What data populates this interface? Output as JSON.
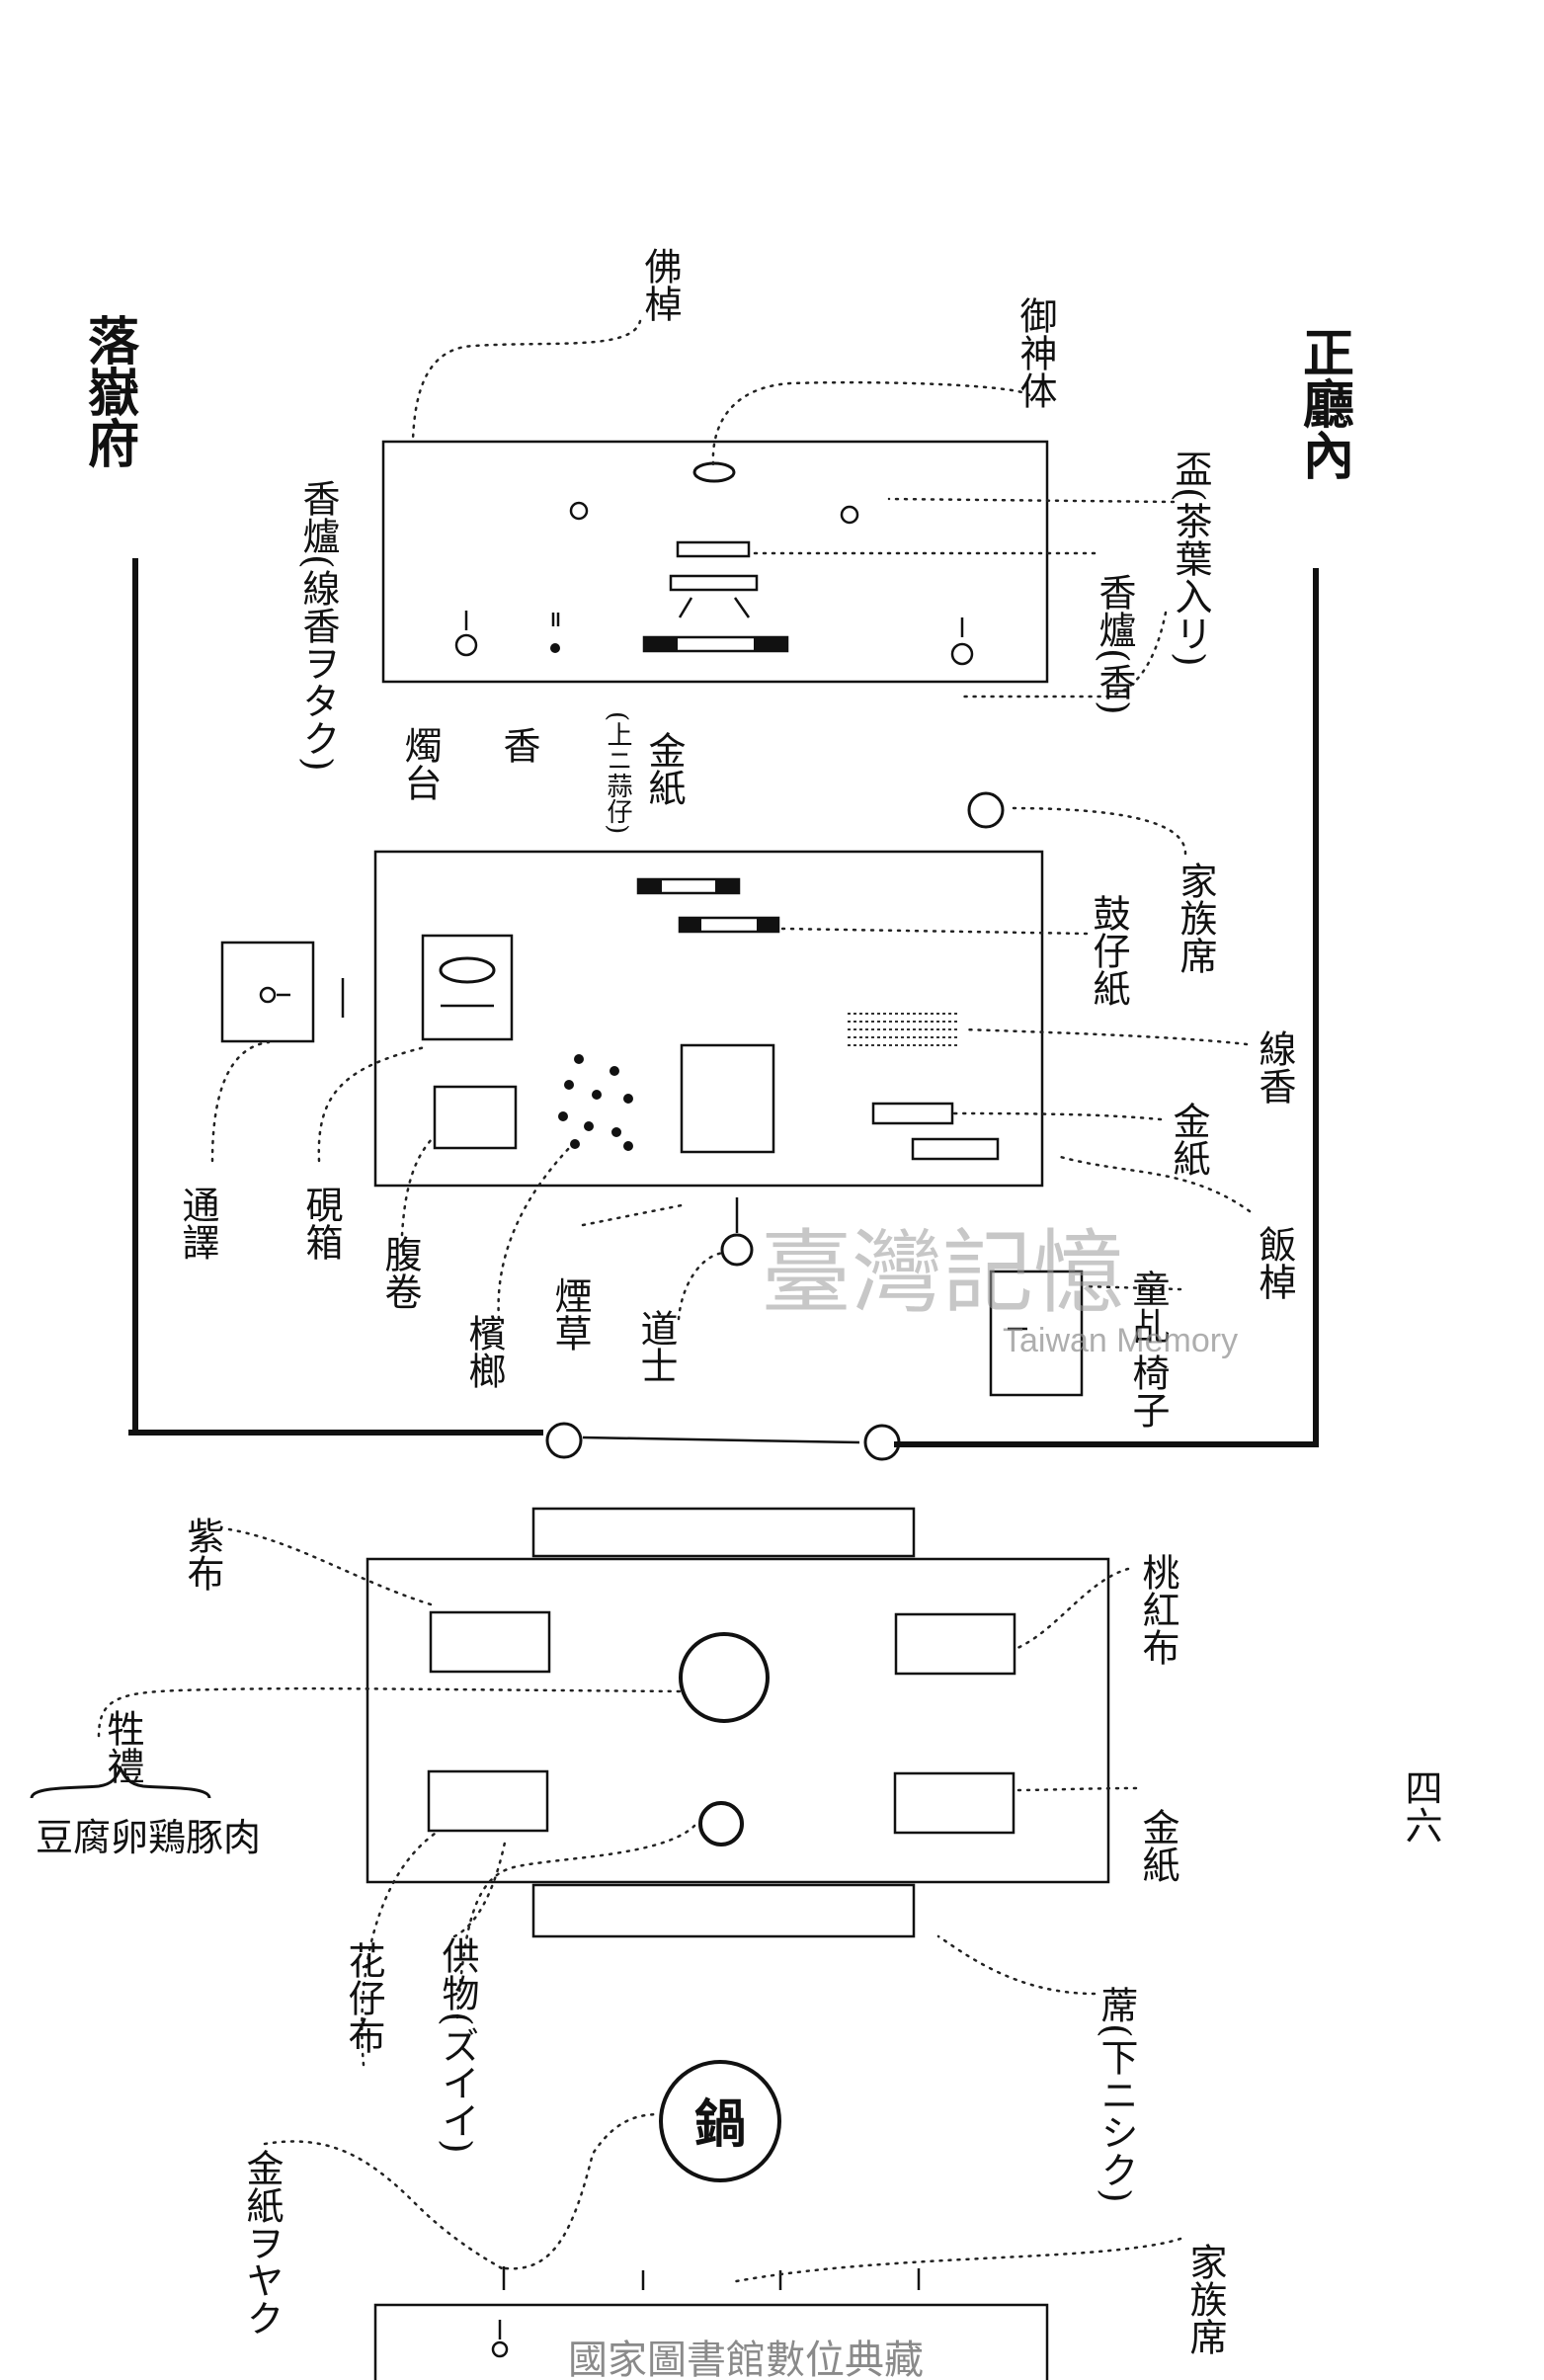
{
  "headings": {
    "left": "落嶽府",
    "right": "正廳內"
  },
  "labels": {
    "fo_zhuo": "佛棹",
    "yu_shen_ti": "御神体",
    "xiang_lu_left": "香爐(線香ヲタク)",
    "zhan": "盃(茶葉入リ)",
    "xiang_lu_right": "香爐(香)",
    "zhu_tai": "燭台",
    "xiang": "香",
    "jin_zhi_top": "金紙",
    "jin_zhi_top_sub": "(上ニ蒜仔)",
    "jia_zu_xi_top": "家族席",
    "gu_zi_zhi": "鼓仔紙",
    "xian_xiang": "線香",
    "jin_zhi_mid": "金紙",
    "fan_zhuo": "飯棹",
    "tong_yi": "通譯",
    "yan_xiang": "硯箱",
    "fu_juan": "腹卷",
    "bin_lang": "檳榔",
    "yan_cao": "煙草",
    "dao_shi": "道士",
    "dong_ji": "童乩",
    "yi_zi": "椅子",
    "zi_bu": "紫布",
    "tao_hong_bu": "桃紅布",
    "sheng_li": "牲禮",
    "sheng_li_items": "豆腐卵鶏豚肉",
    "jin_zhi_low": "金紙",
    "gong_wu": "供物(ズイイ)",
    "hua_zai_bu": "花仔布",
    "xi": "蓆(下ニシク)",
    "guo": "鍋",
    "jin_zhi_bottom": "金紙ヲヤク",
    "jia_zu_xi_bottom": "家族席"
  },
  "page_number": "四六",
  "watermark": {
    "chinese": "臺灣記憶",
    "english": "Taiwan Memory"
  },
  "footer": "國家圖書館數位典藏"
}
